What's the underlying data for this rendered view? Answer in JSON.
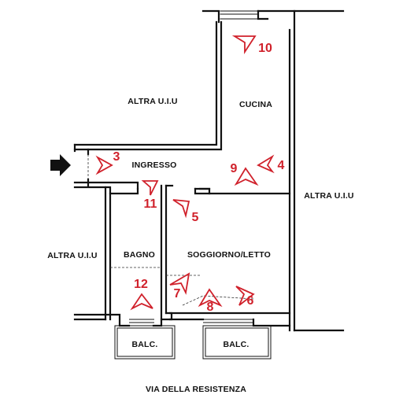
{
  "rooms": {
    "altra_top": "ALTRA U.I.U",
    "cucina": "CUCINA",
    "ingresso": "INGRESSO",
    "altra_right": "ALTRA U.I.U",
    "altra_left": "ALTRA U.I.U",
    "bagno": "BAGNO",
    "soggiorno": "SOGGIORNO/LETTO",
    "balc_left": "BALC.",
    "balc_right": "BALC."
  },
  "street": "VIA DELLA RESISTENZA",
  "markers": {
    "m3": "3",
    "m4": "4",
    "m5": "5",
    "m6": "6",
    "m7": "7",
    "m8": "8",
    "m9": "9",
    "m10": "10",
    "m11": "11",
    "m12": "12"
  },
  "colors": {
    "wall": "#111111",
    "marker": "#d0212b",
    "background": "#ffffff"
  },
  "icons": {
    "entrance": "arrow-right-icon",
    "view_marker": "triangle-icon"
  }
}
